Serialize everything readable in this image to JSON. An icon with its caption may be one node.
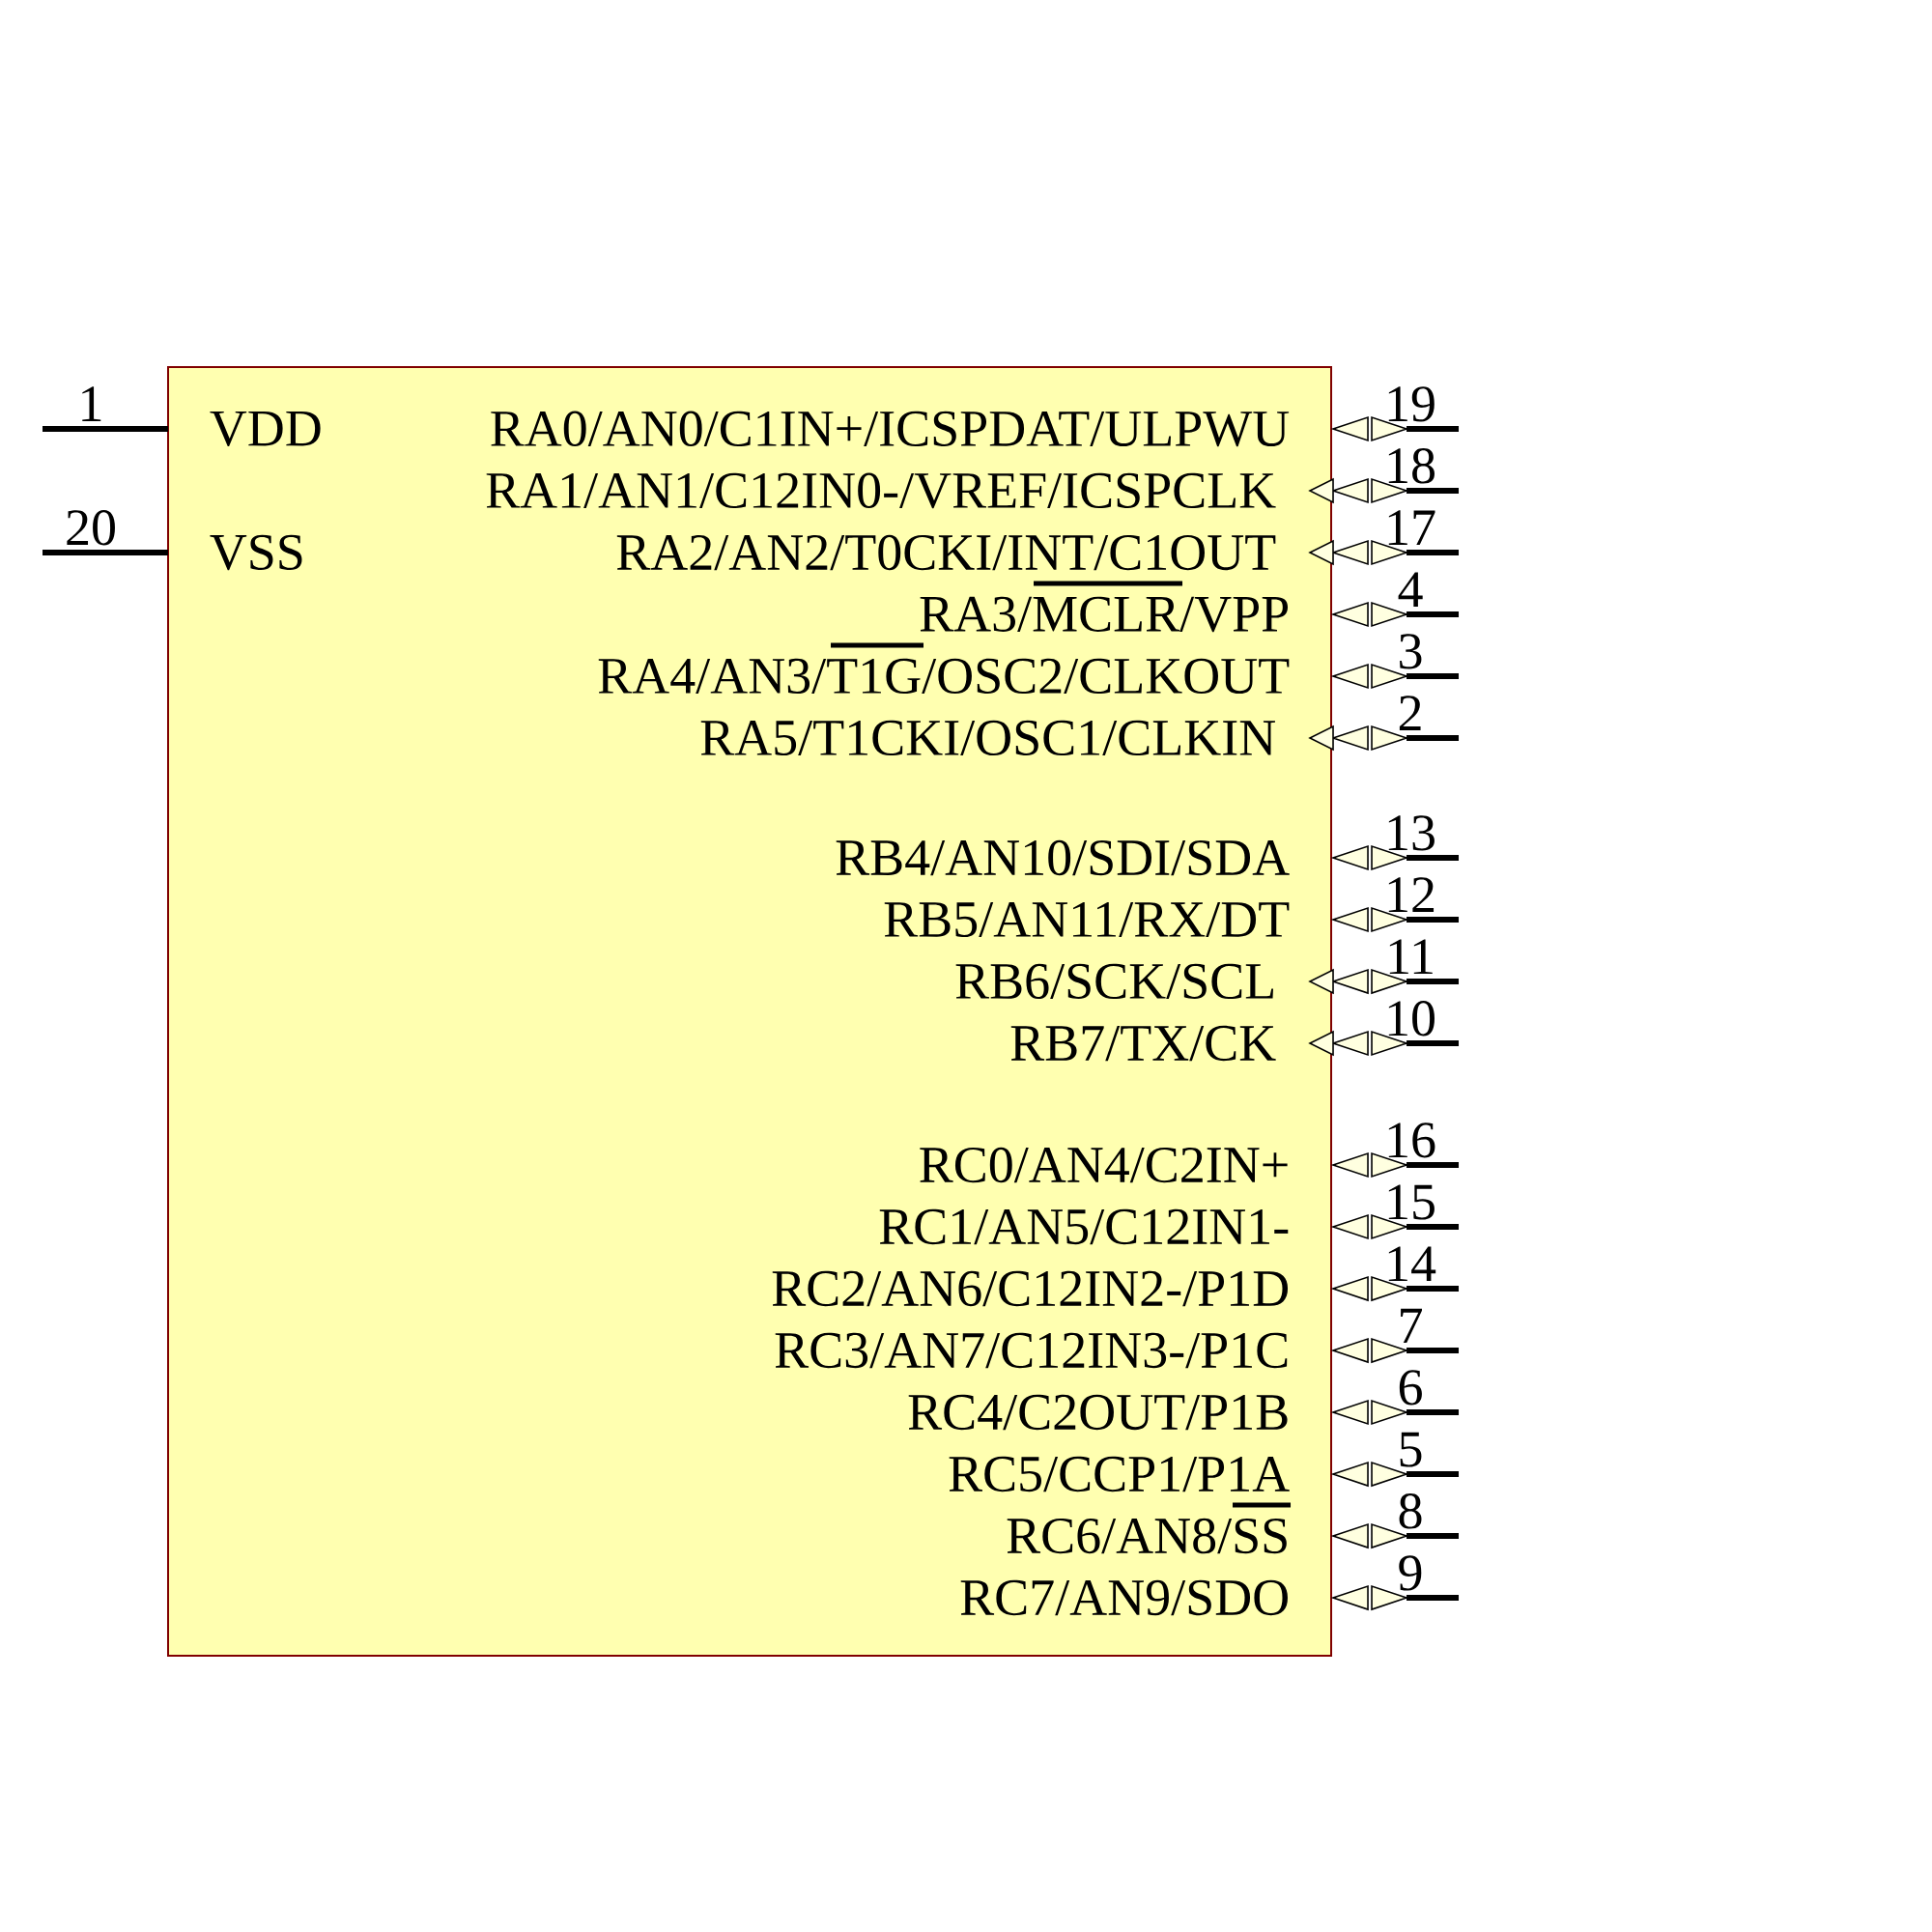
{
  "diagram": {
    "nodes": [
      {
        "text": [
          "VDD",
          "VSS",
          "RA0/AN0/C1IN+/ICSPDAT/ULPWU",
          "RA1/AN1/C12IN0-/VREF/ICSPCLK",
          "RA2/AN2/T0CKI/INT/C1OUT",
          "RA3/MCLR/VPP",
          "RA4/AN3/T1G/OSC2/CLKOUT",
          "RA5/T1CKI/OSC1/CLKIN",
          "RB4/AN10/SDI/SDA",
          "RB5/AN11/RX/DT",
          "RB6/SCK/SCL",
          "RB7/TX/CK",
          "RC0/AN4/C2IN+",
          "RC1/AN5/C12IN1-",
          "RC2/AN6/C12IN2-/P1D",
          "RC3/AN7/C12IN3-/P1C",
          "RC4/C2OUT/P1B",
          "RC5/CCP1/P1A",
          "RC6/AN8/SS",
          "RC7/AN9/SDO"
        ]
      }
    ],
    "labels": [
      "1",
      "20",
      "19",
      "18",
      "17",
      "4",
      "3",
      "2",
      "13",
      "12",
      "11",
      "10",
      "16",
      "15",
      "14",
      "7",
      "6",
      "5",
      "8",
      "9"
    ]
  }
}
